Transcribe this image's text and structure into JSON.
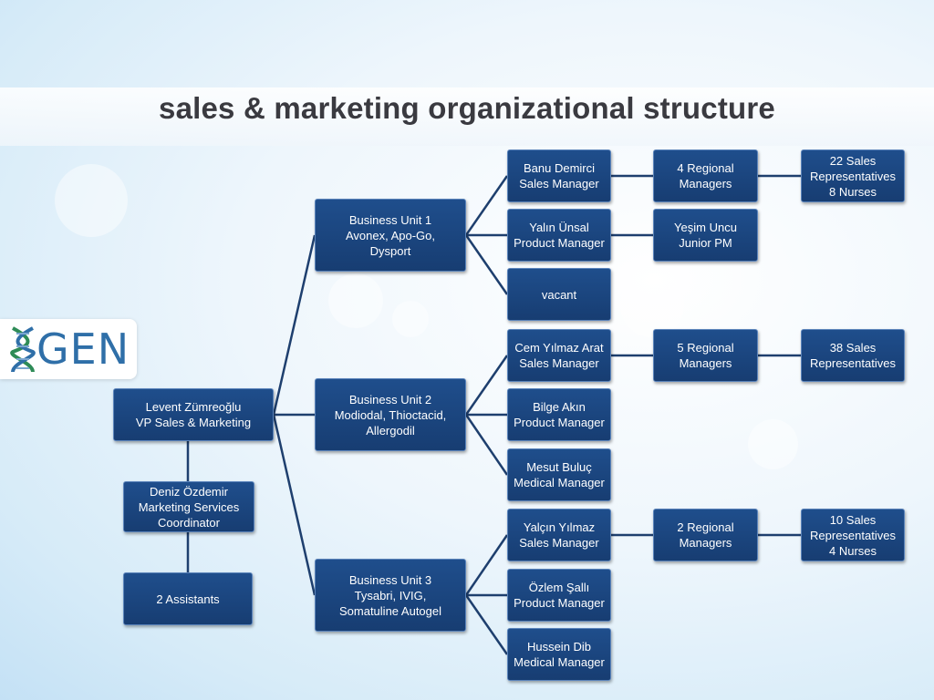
{
  "title": "sales & marketing organizational structure",
  "logo": {
    "text": "GEN",
    "icon": "dna-helix-icon"
  },
  "colors": {
    "box_fill": "#1f4e8c",
    "connector": "#1e3f6e",
    "title": "#3a3a40"
  },
  "nodes": {
    "vp": {
      "line1": "Levent Zümreoğlu",
      "line2": "VP Sales & Marketing"
    },
    "coordinator": {
      "line1": "Deniz Özdemir",
      "line2": "Marketing Services",
      "line3": "Coordinator"
    },
    "assistants": {
      "line1": "2 Assistants"
    },
    "bu1": {
      "line1": "Business Unit 1",
      "line2": "Avonex, Apo-Go,",
      "line3": "Dysport"
    },
    "bu2": {
      "line1": "Business Unit 2",
      "line2": "Modiodal, Thioctacid,",
      "line3": "Allergodil"
    },
    "bu3": {
      "line1": "Business Unit 3",
      "line2": "Tysabri, IVIG,",
      "line3": "Somatuline Autogel"
    },
    "bu1_sales": {
      "line1": "Banu Demirci",
      "line2": "Sales Manager"
    },
    "bu1_product": {
      "line1": "Yalın Ünsal",
      "line2": "Product Manager"
    },
    "bu1_vacant": {
      "line1": "vacant"
    },
    "bu2_sales": {
      "line1": "Cem Yılmaz Arat",
      "line2": "Sales Manager"
    },
    "bu2_product": {
      "line1": "Bilge Akın",
      "line2": "Product Manager"
    },
    "bu2_medical": {
      "line1": "Mesut Buluç",
      "line2": "Medical Manager"
    },
    "bu3_sales": {
      "line1": "Yalçın Yılmaz",
      "line2": "Sales Manager"
    },
    "bu3_product": {
      "line1": "Özlem Şallı",
      "line2": "Product Manager"
    },
    "bu3_medical": {
      "line1": "Hussein Dib",
      "line2": "Medical Manager"
    },
    "bu1_regional": {
      "line1": "4 Regional",
      "line2": "Managers"
    },
    "bu1_junior": {
      "line1": "Yeşim Uncu",
      "line2": "Junior PM"
    },
    "bu2_regional": {
      "line1": "5 Regional",
      "line2": "Managers"
    },
    "bu3_regional": {
      "line1": "2 Regional",
      "line2": "Managers"
    },
    "bu1_reps": {
      "line1": "22 Sales",
      "line2": "Representatives",
      "line3": "8 Nurses"
    },
    "bu2_reps": {
      "line1": "38 Sales",
      "line2": "Representatives"
    },
    "bu3_reps": {
      "line1": "10 Sales",
      "line2": "Representatives",
      "line3": "4 Nurses"
    }
  }
}
